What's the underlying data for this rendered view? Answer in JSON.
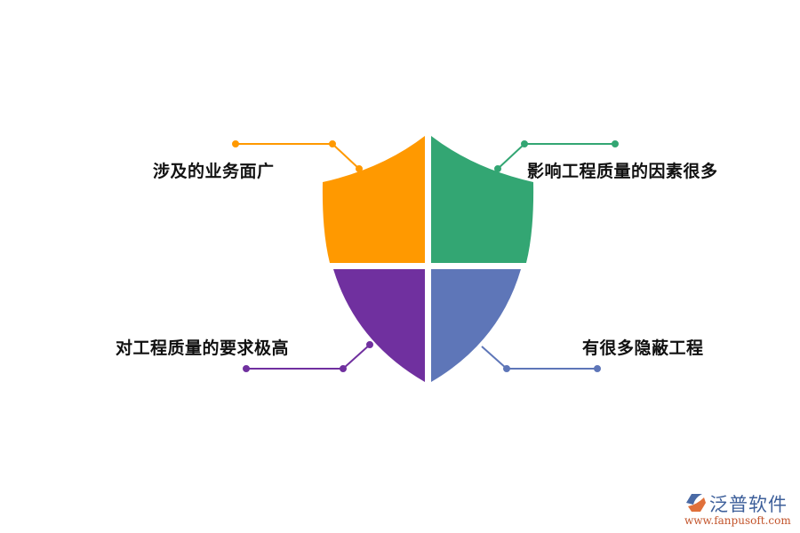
{
  "diagram": {
    "type": "shield-quadrant",
    "quadrants": [
      {
        "id": "top-left",
        "label": "涉及的业务面广",
        "color": "#FF9900"
      },
      {
        "id": "top-right",
        "label": "影响工程质量的因素很多",
        "color": "#33A673"
      },
      {
        "id": "bottom-left",
        "label": "对工程质量的要求极高",
        "color": "#70309F"
      },
      {
        "id": "bottom-right",
        "label": "有很多隐蔽工程",
        "color": "#5E76B8"
      }
    ]
  },
  "watermark": {
    "name": "泛普软件",
    "url": "www.fanpusoft.com",
    "name_color": "#3d5f9a",
    "url_color": "#c2532a"
  }
}
